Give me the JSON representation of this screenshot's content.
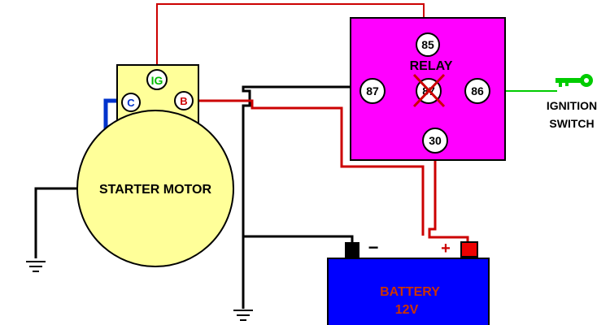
{
  "starter": {
    "label": "STARTER MOTOR",
    "terminals": {
      "ig": "IG",
      "c": "C",
      "b": "B"
    }
  },
  "relay": {
    "label": "RELAY",
    "pins": {
      "p85": "85",
      "p87": "87",
      "p87_center": "87",
      "p86": "86",
      "p30": "30"
    }
  },
  "ignition": {
    "line1": "IGNITION",
    "line2": "SWITCH"
  },
  "battery": {
    "line1": "BATTERY",
    "line2": "12V",
    "minus": "−",
    "plus": "+"
  },
  "colors": {
    "relay_fill": "#ff00ff",
    "starter_fill": "#ffff99",
    "battery_fill": "#0000ff",
    "battery_text": "#cc3300",
    "wire_red": "#cc0000",
    "wire_black": "#000000",
    "wire_blue": "#0033cc",
    "wire_green": "#00cc00",
    "key": "#00cc00",
    "ig_text": "#00bb00",
    "c_text": "#0033cc",
    "b_text": "#cc0000"
  }
}
